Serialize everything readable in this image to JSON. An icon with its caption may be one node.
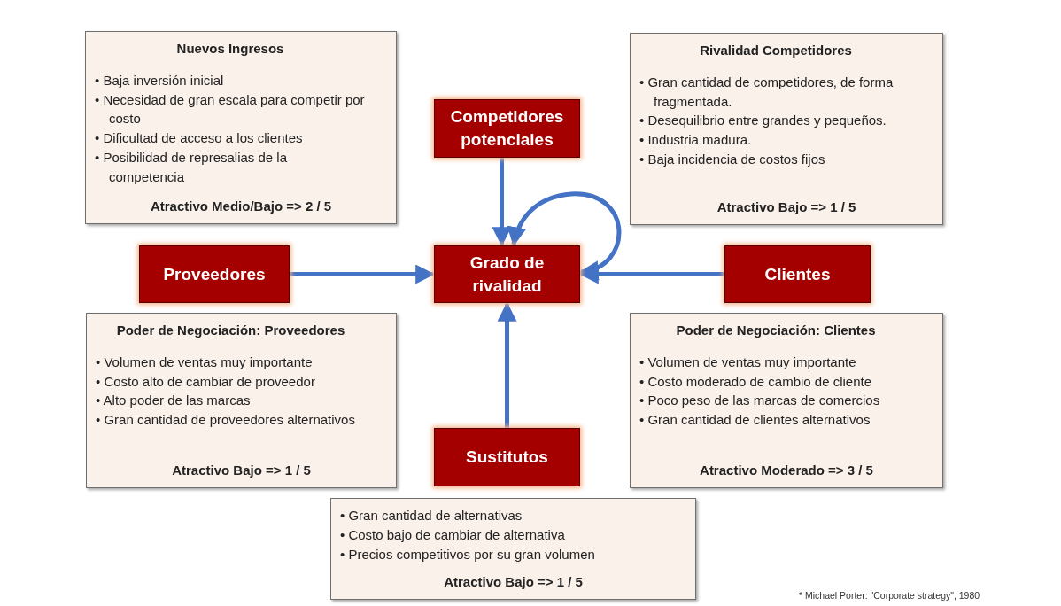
{
  "diagram": {
    "nodes": [
      {
        "text": [
          "Nuevos Ingresos",
          "• Baja inversión inicial",
          "• Necesidad de gran escala para competir por costo",
          "• Dificultad de acceso a los clientes",
          "• Posibilidad de represalias de la competencia",
          "Atractivo Medio/Bajo => 2 / 5"
        ]
      },
      {
        "text": [
          "Rivalidad Competidores",
          "• Gran cantidad de competidores, de forma fragmentada.",
          "• Desequilibrio entre grandes y pequeños.",
          "• Industria madura.",
          "• Baja incidencia de costos fijos",
          "Atractivo Bajo => 1 / 5"
        ]
      },
      {
        "text": [
          "Competidores potenciales"
        ]
      },
      {
        "text": [
          "Proveedores"
        ]
      },
      {
        "text": [
          "Grado de rivalidad"
        ]
      },
      {
        "text": [
          "Clientes"
        ]
      },
      {
        "text": [
          "Poder de Negociación: Proveedores",
          "• Volumen de ventas muy importante",
          "• Costo alto de cambiar de proveedor",
          "• Alto poder de las marcas",
          "• Gran cantidad de proveedores alternativos",
          "Atractivo Bajo => 1 / 5"
        ]
      },
      {
        "text": [
          "Poder de Negociación: Clientes",
          "• Volumen de ventas muy importante",
          "• Costo moderado de cambio de cliente",
          "• Poco peso de las marcas de comercios",
          "• Gran cantidad de clientes alternativos",
          "Atractivo Moderado => 3 / 5"
        ]
      },
      {
        "text": [
          "Sustitutos"
        ]
      },
      {
        "text": [
          "• Gran cantidad de alternativas",
          "• Costo bajo de cambiar de alternativa",
          "• Precios competitivos por su gran volumen",
          "Atractivo Bajo => 1 / 5"
        ]
      }
    ],
    "edges": [
      {
        "from": 2,
        "to": 4,
        "arrow": "to"
      },
      {
        "from": 4,
        "to": 4,
        "arrow": "both"
      },
      {
        "from": 3,
        "to": 4,
        "arrow": "to"
      },
      {
        "from": 5,
        "to": 4,
        "arrow": "to"
      },
      {
        "from": 8,
        "to": 4,
        "arrow": "to"
      }
    ],
    "labels": [
      "* Michael Porter: \"Corporate strategy\", 1980"
    ]
  }
}
